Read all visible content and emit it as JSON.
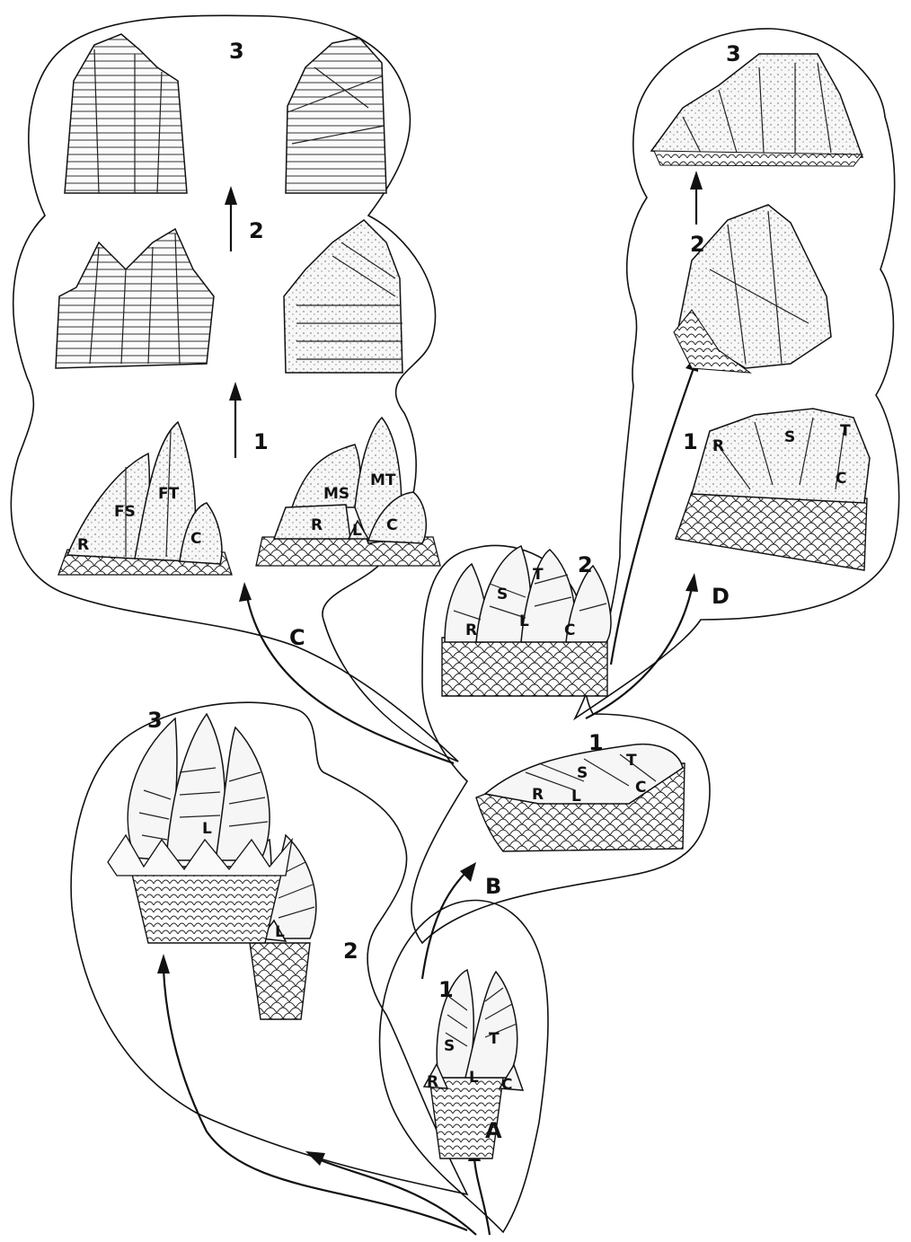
{
  "figure": {
    "branch_labels": {
      "A": "A",
      "B": "B",
      "C": "C",
      "D": "D"
    },
    "stages": {
      "A": {
        "s1": "1",
        "s2": "2",
        "s3": "3"
      },
      "B": {
        "s1": "1",
        "s2": "2"
      },
      "C": {
        "s1": "1",
        "s2": "2",
        "s3": "3"
      },
      "D": {
        "s1": "1",
        "s2": "2",
        "s3": "3"
      }
    },
    "plate_labels": {
      "A1": {
        "S": "S",
        "T": "T",
        "R": "R",
        "L": "L",
        "C": "C"
      },
      "A2": {
        "L": "L"
      },
      "A3": {
        "L": "L"
      },
      "B1": {
        "S": "S",
        "T": "T",
        "R": "R",
        "L": "L",
        "C": "C"
      },
      "B2": {
        "S": "S",
        "T": "T",
        "R": "R",
        "L": "L",
        "C": "C"
      },
      "C1a": {
        "FS": "FS",
        "FT": "FT",
        "R": "R",
        "C": "C"
      },
      "C1b": {
        "MS": "MS",
        "MT": "MT",
        "R": "R",
        "L": "L",
        "C": "C"
      },
      "D1": {
        "R": "R",
        "S": "S",
        "T": "T",
        "C": "C"
      }
    }
  }
}
